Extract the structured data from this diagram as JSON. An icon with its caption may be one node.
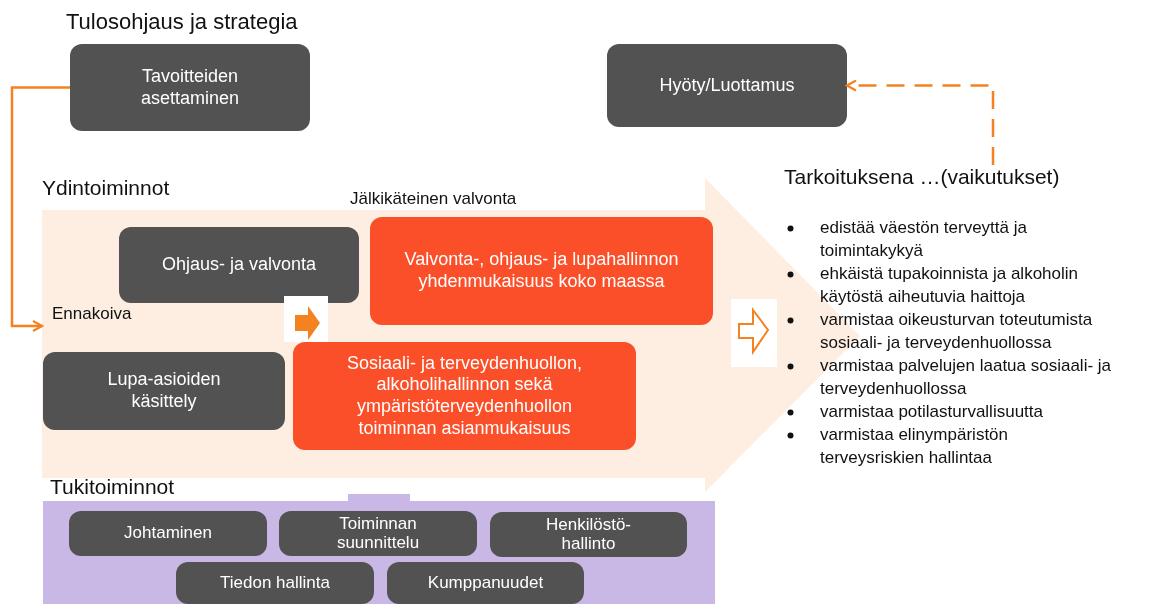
{
  "diagram": {
    "nodes": [
      {
        "text": [
          "Tavoitteiden asettaminen"
        ],
        "beside": [
          "Tulosohjaus ja strategia"
        ]
      },
      {
        "text": [
          "Hyöty/Luottamus"
        ]
      },
      {
        "text": [
          "Ydintoiminnot"
        ]
      },
      {
        "text": [
          "Ohjaus- ja valvonta"
        ],
        "in": 2
      },
      {
        "text": [
          "Valvonta-, ohjaus- ja lupahallinnon yhdenmukaisuus koko maassa"
        ],
        "in": 2
      },
      {
        "text": [
          "Lupa-asioiden käsittely"
        ],
        "in": 2
      },
      {
        "text": [
          "Sosiaali- ja terveydenhuollon, alkoholihallinnon sekä ympäristöterveydenhuollon toiminnan asianmukaisuus"
        ],
        "in": 2
      },
      {
        "text": [
          "Tarkoituksena …(vaikutukset)"
        ]
      },
      {
        "text": [
          "Tukitoiminnot"
        ]
      },
      {
        "text": [
          "Johtaminen"
        ],
        "in": 8
      },
      {
        "text": [
          "Toiminnan suunnittelu"
        ],
        "in": 8
      },
      {
        "text": [
          "Henkilöstö- hallinto"
        ],
        "in": 8
      },
      {
        "text": [
          "Tiedon hallinta"
        ],
        "in": 8
      },
      {
        "text": [
          "Kumppanuudet"
        ],
        "in": 8
      }
    ],
    "edges": [
      {
        "from": 0,
        "to": 2,
        "arrow": "to"
      },
      {
        "from": 7,
        "to": 1,
        "arrow": "to",
        "style": "dashed"
      },
      {
        "from": 3,
        "to": 6,
        "arrow": "to",
        "style": "thick"
      }
    ],
    "labels": [
      "Jälkikäteinen valvonta",
      "Ennakoiva",
      "edistää väestön terveyttä ja toimintakykyä",
      "ehkäistä tupakoinnista ja alkoholin käytöstä aiheutuvia haittoja",
      "varmistaa oikeusturvan toteutumista sosiaali- ja terveydenhuollossa",
      "varmistaa palvelujen laatua sosiaali- ja terveydenhuollossa",
      "varmistaa potilasturvallisuutta",
      "varmistaa elinympäristön terveysriskien hallintaa"
    ]
  }
}
